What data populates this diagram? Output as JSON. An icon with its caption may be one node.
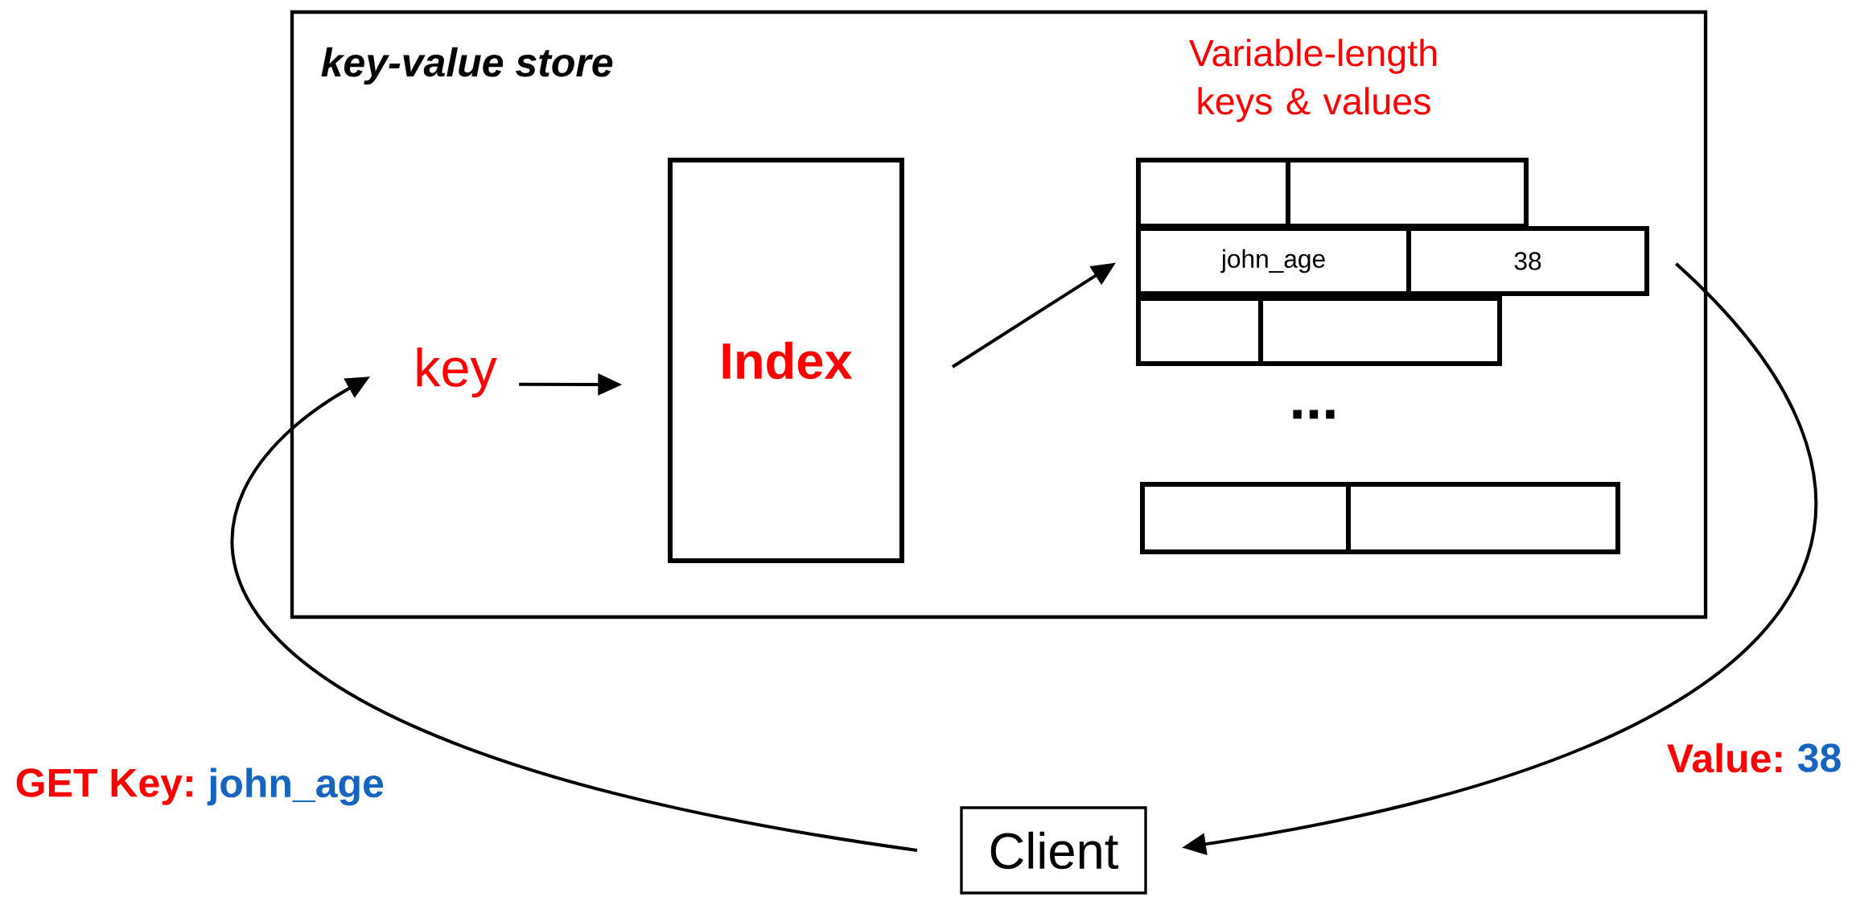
{
  "diagram": {
    "nodes": [
      {
        "text": [
          "key-value store"
        ]
      },
      {
        "text": [
          "key"
        ],
        "in": 0
      },
      {
        "text": [
          "Index"
        ],
        "in": 0
      },
      {
        "text": [],
        "shape": "box",
        "in": 0
      },
      {
        "text": [],
        "shape": "box",
        "in": 0
      },
      {
        "text": [
          "john_age"
        ],
        "in": 0
      },
      {
        "text": [
          "38"
        ],
        "in": 0
      },
      {
        "text": [],
        "shape": "box",
        "in": 0
      },
      {
        "text": [],
        "shape": "box",
        "in": 0
      },
      {
        "text": [],
        "shape": "box",
        "in": 0
      },
      {
        "text": [],
        "shape": "box",
        "in": 0
      },
      {
        "text": [
          "Client"
        ]
      }
    ],
    "edges": [
      {
        "from": 1,
        "to": 2,
        "arrow": "to"
      },
      {
        "from": 2,
        "to": 5,
        "arrow": "to"
      },
      {
        "from": 6,
        "to": 11,
        "arrow": "to"
      },
      {
        "from": 11,
        "to": 1,
        "arrow": "to"
      }
    ],
    "labels": [
      "Variable-length keys & values",
      "...",
      "GET Key:",
      "john_age",
      "Value:",
      "38"
    ]
  }
}
